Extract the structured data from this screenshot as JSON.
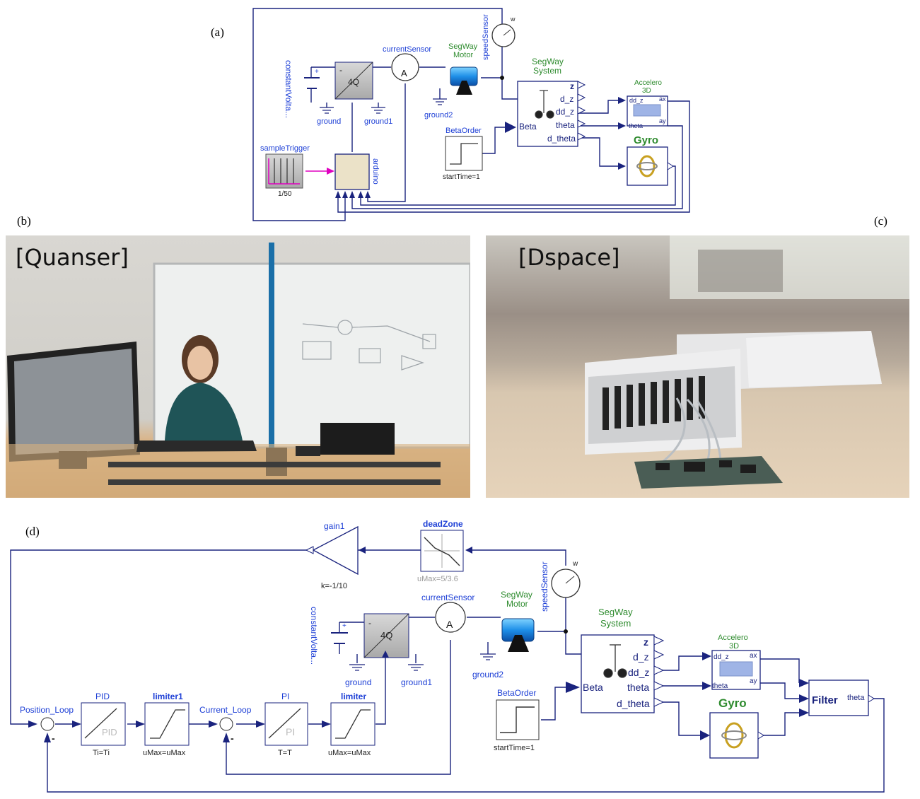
{
  "panels": {
    "a": "(a)",
    "b": "(b)",
    "c": "(c)",
    "d": "(d)"
  },
  "diagram_a": {
    "constant_voltage": "constantVolta...",
    "plus": "+",
    "minus": "-",
    "converter": "4Q",
    "ground": "ground",
    "ground1": "ground1",
    "ground2": "ground2",
    "current_sensor": "currentSensor",
    "ammeter": "A",
    "motor_line1": "SegWay",
    "motor_line2": "Motor",
    "speed_sensor": "speedSensor",
    "speed_w": "w",
    "system_line1": "SegWay",
    "system_line2": "System",
    "port_z": "z",
    "port_dz": "d_z",
    "port_ddz": "dd_z",
    "port_theta": "theta",
    "port_dtheta": "d_theta",
    "port_beta": "Beta",
    "accel_line1": "Accelero",
    "accel_line2": "3D",
    "accel_ddz": "dd_z",
    "accel_theta": "theta",
    "accel_ax": "ax",
    "accel_ay": "ay",
    "gyro": "Gyro",
    "beta_order": "BetaOrder",
    "start_time": "startTime=1",
    "sample_trigger": "sampleTrigger",
    "sample_period": "1/50",
    "arduino": "arduino"
  },
  "photo_b": {
    "tag": "[Quanser]"
  },
  "photo_c": {
    "tag": "[Dspace]"
  },
  "diagram_d": {
    "gain": "gain1",
    "gain_k": "k=-1/10",
    "dead_zone": "deadZone",
    "dead_umax": "uMax=5/3.6",
    "current_sensor": "currentSensor",
    "ammeter": "A",
    "motor_line1": "SegWay",
    "motor_line2": "Motor",
    "speed_sensor": "speedSensor",
    "speed_w": "w",
    "constant_voltage": "constantVolta...",
    "plus": "+",
    "minus": "-",
    "converter": "4Q",
    "ground": "ground",
    "ground1": "ground1",
    "ground2": "ground2",
    "system_line1": "SegWay",
    "system_line2": "System",
    "port_z": "z",
    "port_dz": "d_z",
    "port_ddz": "dd_z",
    "port_theta": "theta",
    "port_dtheta": "d_theta",
    "port_beta": "Beta",
    "accel_line1": "Accelero",
    "accel_line2": "3D",
    "accel_ddz": "dd_z",
    "accel_theta": "theta",
    "accel_ax": "ax",
    "accel_ay": "ay",
    "gyro": "Gyro",
    "filter": "Filter",
    "filter_out": "theta",
    "beta_order": "BetaOrder",
    "start_time": "startTime=1",
    "position_loop": "Position_Loop",
    "current_loop": "Current_Loop",
    "pid": "PID",
    "pid_inner": "PID",
    "pid_param": "Ti=Ti",
    "limiter1": "limiter1",
    "limiter1_param": "uMax=uMax",
    "pi": "PI",
    "pi_inner": "PI",
    "pi_param": "T=T",
    "limiter": "limiter",
    "limiter_param": "uMax=uMax",
    "sum_minus": "-"
  },
  "colors": {
    "wire": "#1a237e",
    "label_blue": "#1d3fd6",
    "label_green": "#2e8b2e",
    "trigger_magenta": "#e000c0"
  }
}
